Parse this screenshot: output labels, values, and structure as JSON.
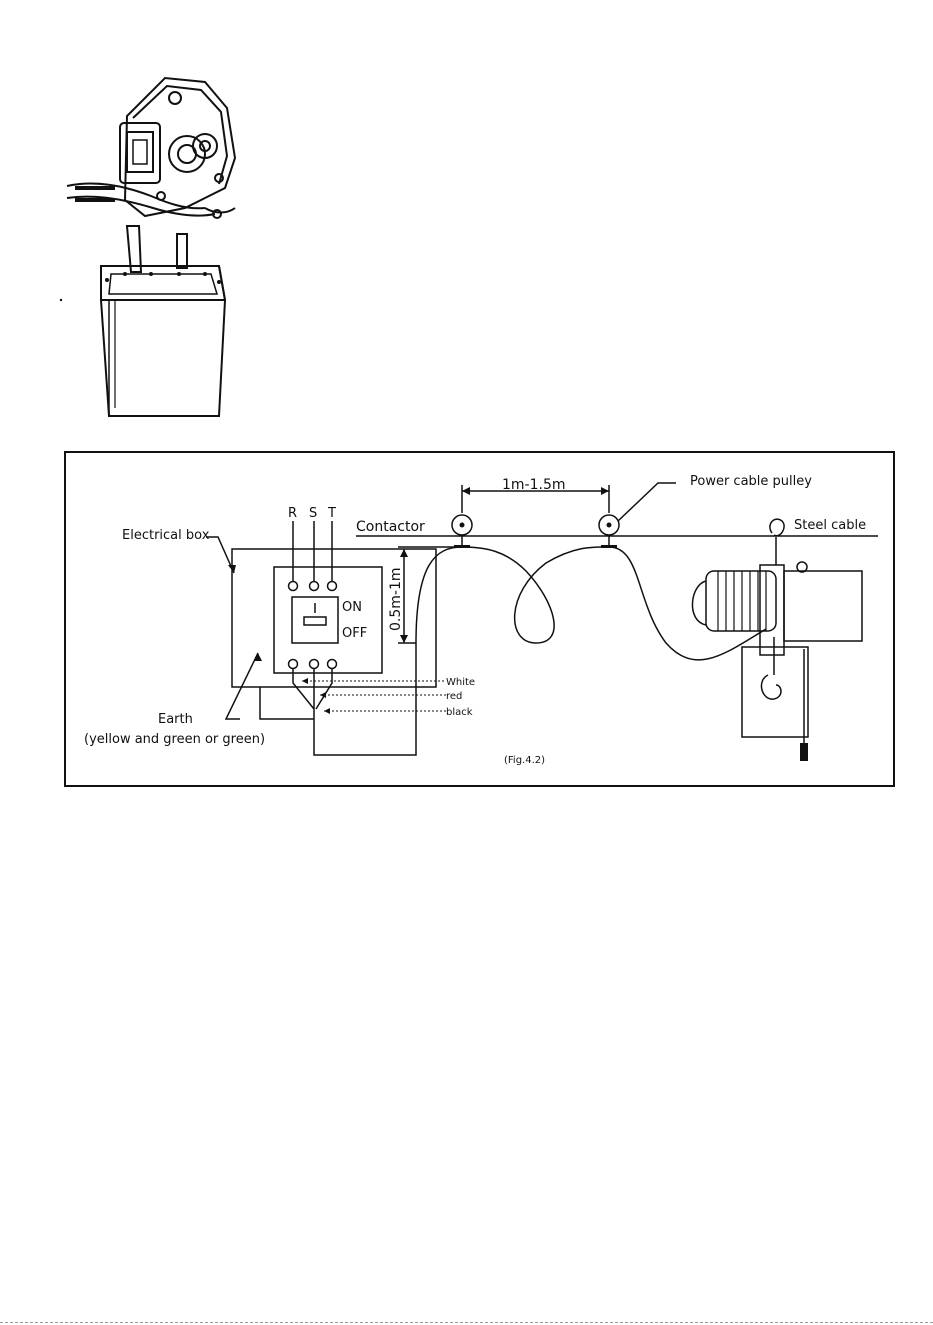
{
  "diagram": {
    "labels": {
      "electrical_box": "Electrical box",
      "phase_r": "R",
      "phase_s": "S",
      "phase_t": "T",
      "contactor": "Contactor",
      "on": "ON",
      "off": "OFF",
      "pulley_spacing": "1m-1.5m",
      "power_cable_pulley": "Power cable pulley",
      "steel_cable": "Steel cable",
      "sag_height": "0.5m-1m",
      "wire_white": "White",
      "wire_red": "red",
      "wire_black": "black",
      "earth": "Earth",
      "earth_note": "(yellow and green or green)",
      "figure_caption": "(Fig.4.2)"
    }
  },
  "colors": {
    "ink": "#111111",
    "background": "#ffffff"
  }
}
